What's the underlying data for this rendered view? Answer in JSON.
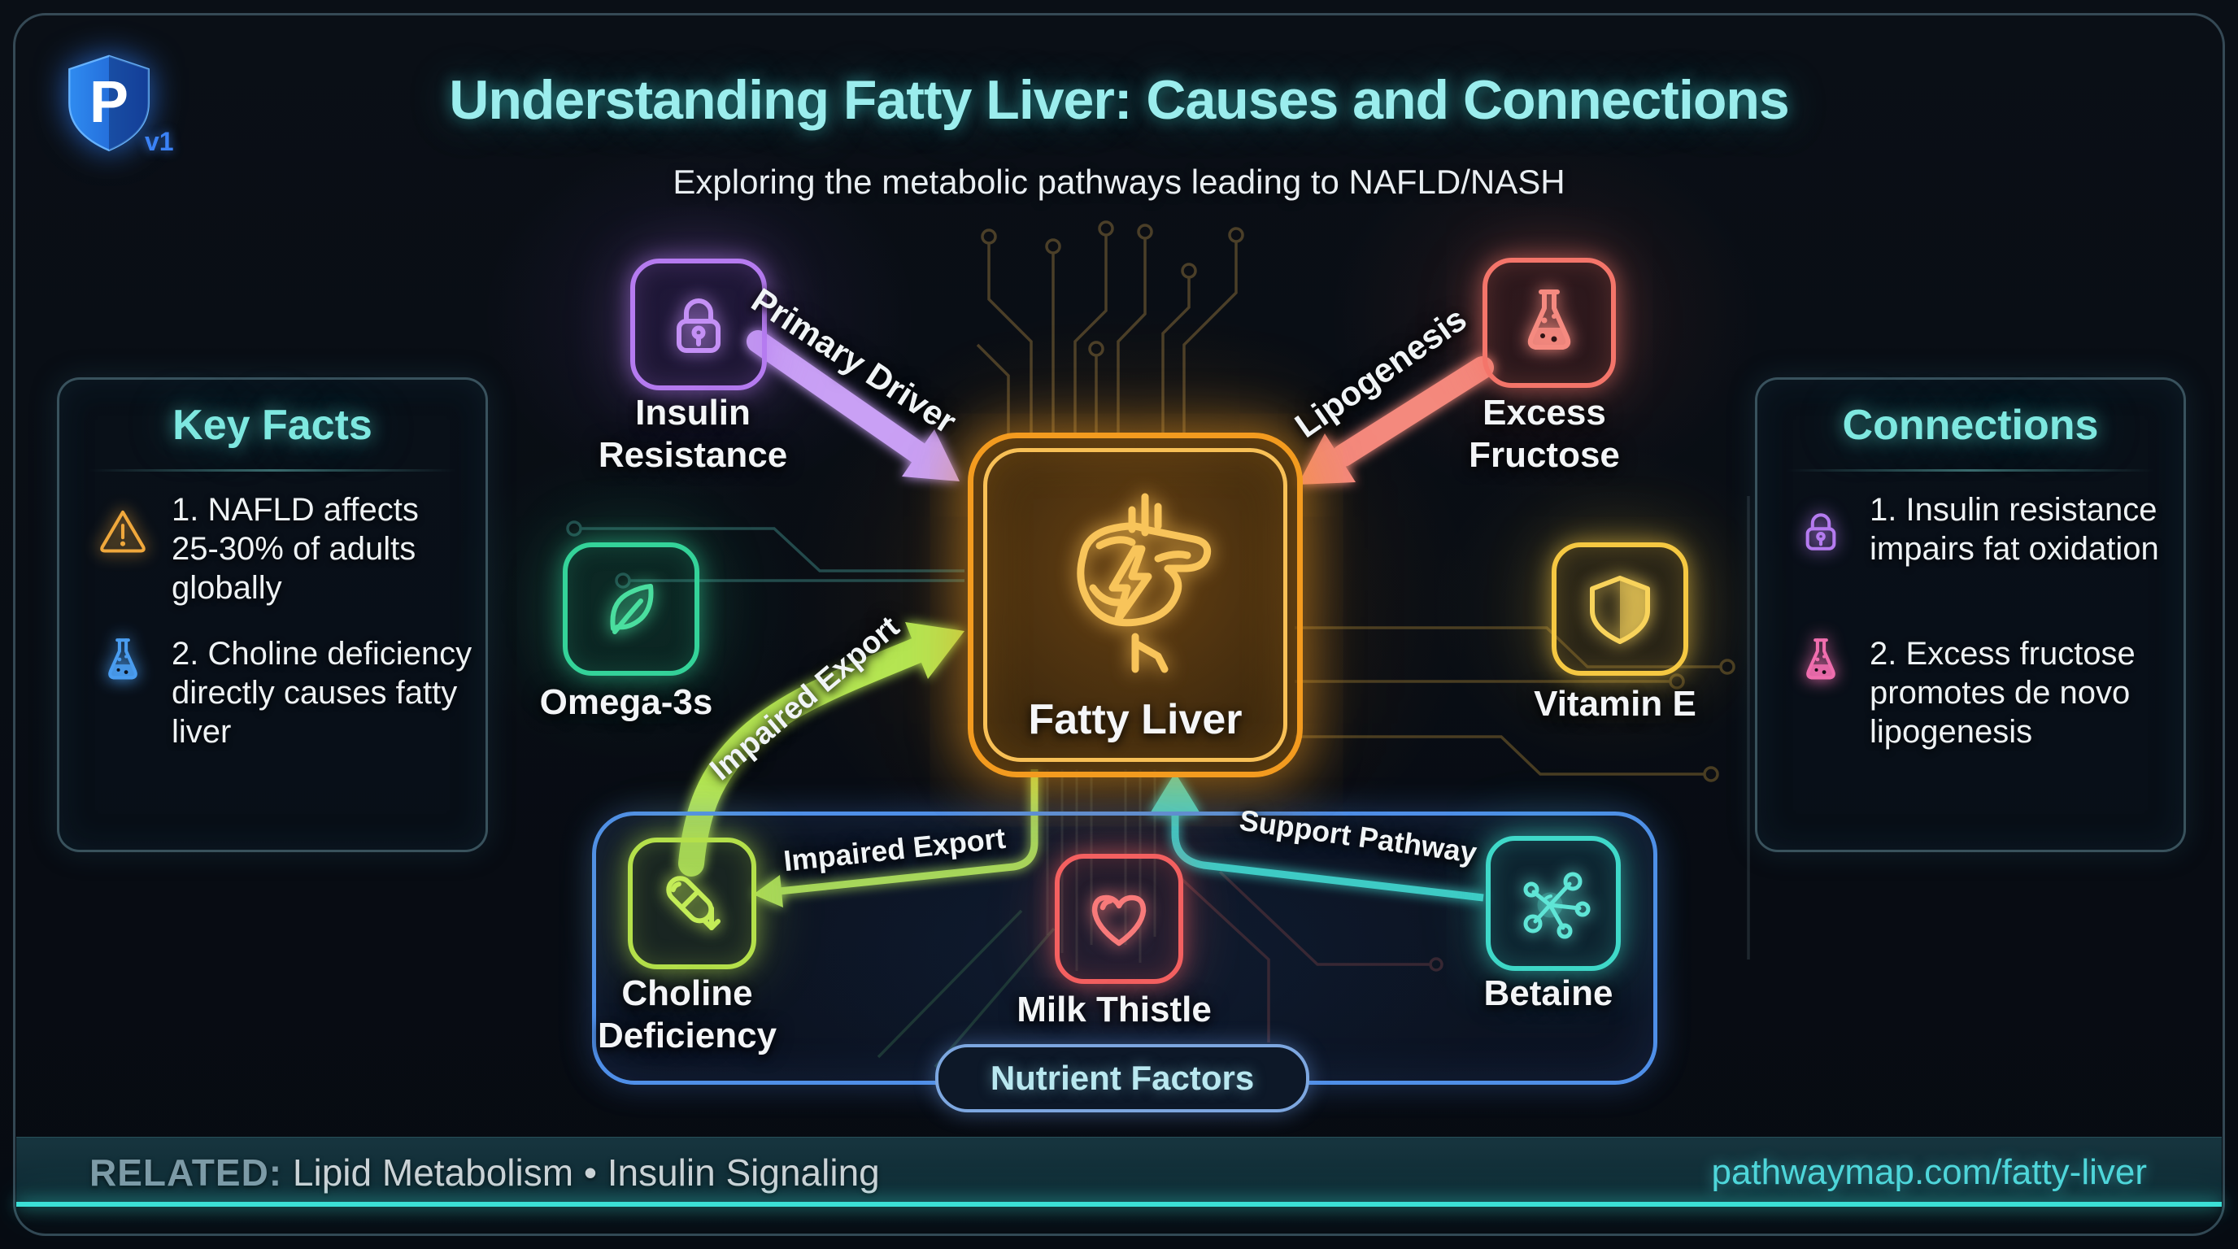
{
  "logo": {
    "letter": "P",
    "version": "v1",
    "icon": "shield-logo-icon",
    "color": "#2f86f0"
  },
  "header": {
    "title": "Understanding Fatty Liver: Causes and Connections",
    "subtitle": "Exploring the metabolic pathways leading to NAFLD/NASH",
    "title_color": "#9beded"
  },
  "key_facts": {
    "heading": "Key Facts",
    "items": [
      {
        "icon": "warning-triangle-icon",
        "color": "#f0a83c",
        "text": "1. NAFLD affects 25-30% of adults globally"
      },
      {
        "icon": "flask-icon",
        "color": "#4a9df0",
        "text": "2. Choline deficiency directly causes fatty liver"
      }
    ]
  },
  "connections_panel": {
    "heading": "Connections",
    "items": [
      {
        "icon": "lock-icon",
        "color": "#b57bf0",
        "text": "1. Insulin resistance impairs fat oxidation"
      },
      {
        "icon": "flask-icon",
        "color": "#f06eae",
        "text": "2. Excess fructose promotes de novo lipogenesis"
      }
    ]
  },
  "nodes": {
    "fatty_liver": {
      "label": "Fatty Liver",
      "icon": "liver-bolt-icon",
      "color": "#f5a623"
    },
    "insulin_resistance": {
      "label": "Insulin Resistance",
      "icon": "lock-icon",
      "color": "#b57bf0"
    },
    "excess_fructose": {
      "label": "Excess Fructose",
      "icon": "flask-icon",
      "color": "#f4756a"
    },
    "omega3": {
      "label": "Omega-3s",
      "icon": "leaf-icon",
      "color": "#34d399"
    },
    "vitamin_e": {
      "label": "Vitamin E",
      "icon": "shield-icon",
      "color": "#f5c842"
    },
    "choline_deficiency": {
      "label": "Choline Deficiency",
      "icon": "capsule-icon",
      "color": "#b4e04a"
    },
    "milk_thistle": {
      "label": "Milk Thistle",
      "icon": "heart-icon",
      "color": "#f46060"
    },
    "betaine": {
      "label": "Betaine",
      "icon": "molecule-icon",
      "color": "#3fd9c9"
    }
  },
  "edges": {
    "primary_driver": "Primary Driver",
    "lipogenesis": "Lipogenesis",
    "impaired_export_diagonal": "Impaired Export",
    "impaired_export_horizontal": "Impaired Export",
    "support_pathway": "Support Pathway"
  },
  "nutrient_factors": {
    "label": "Nutrient Factors",
    "color": "#4f8fe8"
  },
  "footer": {
    "related_label": "RELATED:",
    "related_text": "Lipid Metabolism • Insulin Signaling",
    "url": "pathwaymap.com/fatty-liver"
  }
}
